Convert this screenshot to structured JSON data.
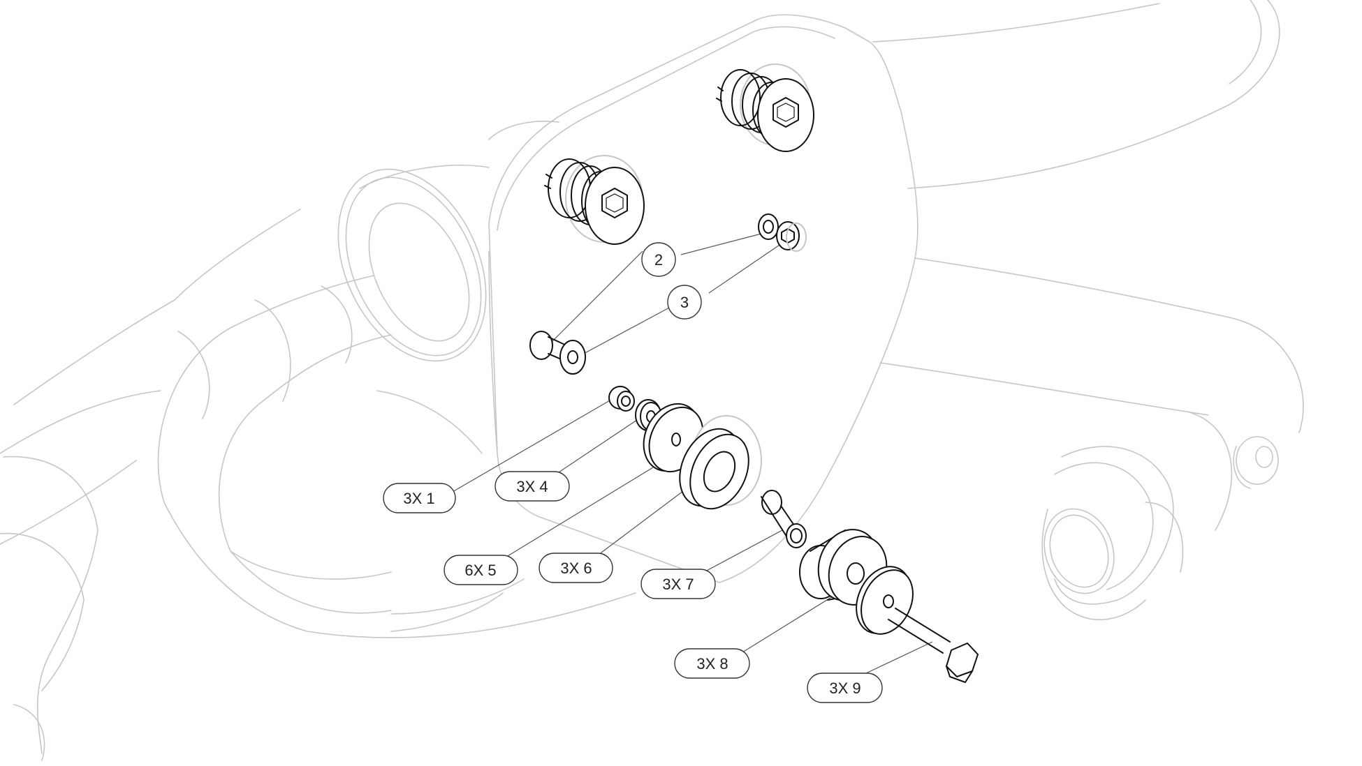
{
  "diagram": {
    "type": "exploded-assembly-drawing",
    "callouts": [
      {
        "id": "c2",
        "label": "2",
        "shape": "circle"
      },
      {
        "id": "c3",
        "label": "3",
        "shape": "circle"
      },
      {
        "id": "c1",
        "label": "3X 1",
        "shape": "pill"
      },
      {
        "id": "c4",
        "label": "3X 4",
        "shape": "pill"
      },
      {
        "id": "c5",
        "label": "6X 5",
        "shape": "pill"
      },
      {
        "id": "c6",
        "label": "3X 6",
        "shape": "pill"
      },
      {
        "id": "c7",
        "label": "3X 7",
        "shape": "pill"
      },
      {
        "id": "c8",
        "label": "3X 8",
        "shape": "pill"
      },
      {
        "id": "c9",
        "label": "3X 9",
        "shape": "pill"
      }
    ],
    "colors": {
      "background": "#ffffff",
      "context_lines": "#c4c4c4",
      "part_lines": "#111111",
      "leader_lines": "#555555",
      "callout_stroke": "#333333"
    }
  }
}
